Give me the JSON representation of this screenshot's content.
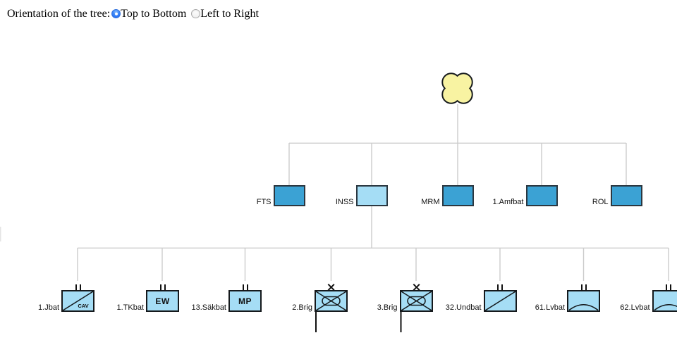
{
  "controls": {
    "label": "Orientation of the tree:",
    "options": [
      {
        "label": "Top to Bottom",
        "selected": true
      },
      {
        "label": "Left to Right",
        "selected": false
      }
    ]
  },
  "colors": {
    "dark_box_fill": "#3ba2d4",
    "light_box_fill": "#a5ddf5",
    "root_fill": "#f8f3a2",
    "connector": "#cccccc",
    "symbol_stroke": "#15191c",
    "radio_accent": "#2f7cf6"
  },
  "tree": {
    "root": {
      "name": "root",
      "symbol": "quatrefoil",
      "fill": "#f8f3a2"
    },
    "level1": [
      {
        "label": "FTS",
        "parent": "root",
        "fill": "#3ba2d4"
      },
      {
        "label": "INSS",
        "parent": "root",
        "fill": "#a5ddf5"
      },
      {
        "label": "MRM",
        "parent": "root",
        "fill": "#3ba2d4"
      },
      {
        "label": "1.Amfbat",
        "parent": "root",
        "fill": "#3ba2d4"
      },
      {
        "label": "ROL",
        "parent": "root",
        "fill": "#3ba2d4"
      }
    ],
    "level2": [
      {
        "label": "1.Jbat",
        "parent": "INSS",
        "echelon": "battalion-II",
        "symbol": "diagonal-cav",
        "symbol_text": "CAV",
        "fill": "#a5ddf5"
      },
      {
        "label": "1.TKbat",
        "parent": "INSS",
        "echelon": "battalion-II",
        "symbol": "text-badge",
        "symbol_text": "EW",
        "fill": "#a5ddf5"
      },
      {
        "label": "13.Säkbat",
        "parent": "INSS",
        "echelon": "battalion-II",
        "symbol": "text-badge",
        "symbol_text": "MP",
        "fill": "#a5ddf5"
      },
      {
        "label": "2.Brig",
        "parent": "INSS",
        "echelon": "brigade-X",
        "symbol": "cross-oval",
        "fill": "#a5ddf5"
      },
      {
        "label": "3.Brig",
        "parent": "INSS",
        "echelon": "brigade-X",
        "symbol": "cross-oval",
        "fill": "#a5ddf5"
      },
      {
        "label": "32.Undbat",
        "parent": "INSS",
        "echelon": "battalion-II",
        "symbol": "diagonal",
        "fill": "#a5ddf5"
      },
      {
        "label": "61.Lvbat",
        "parent": "INSS",
        "echelon": "battalion-II",
        "symbol": "arc-dome",
        "fill": "#a5ddf5"
      },
      {
        "label": "62.Lvbat",
        "parent": "INSS",
        "echelon": "battalion-II",
        "symbol": "arc-dome",
        "fill": "#a5ddf5"
      }
    ]
  }
}
